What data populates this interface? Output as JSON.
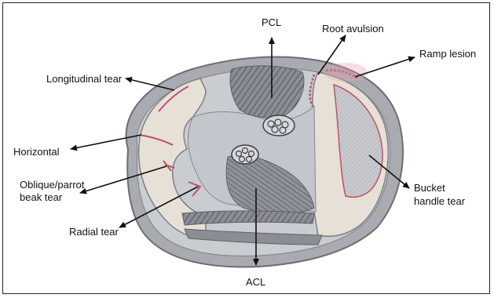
{
  "labels": {
    "pcl": "PCL",
    "root_avulsion": "Root avulsion",
    "ramp_lesion": "Ramp lesion",
    "longitudinal_tear": "Longitudinal tear",
    "horizontal": "Horizontal",
    "oblique_line1": "Oblique/parrot",
    "oblique_line2": "beak tear",
    "radial_tear": "Radial tear",
    "bucket_line1": "Bucket",
    "bucket_line2": "handle tear",
    "acl": "ACL"
  },
  "colors": {
    "outer_ring": "#9a9ca0",
    "plateau": "#c9ccd1",
    "meniscus": "#e7e0d6",
    "fiber": "#7c7f85",
    "tear": "#c0506a",
    "arrow": "#111111"
  }
}
